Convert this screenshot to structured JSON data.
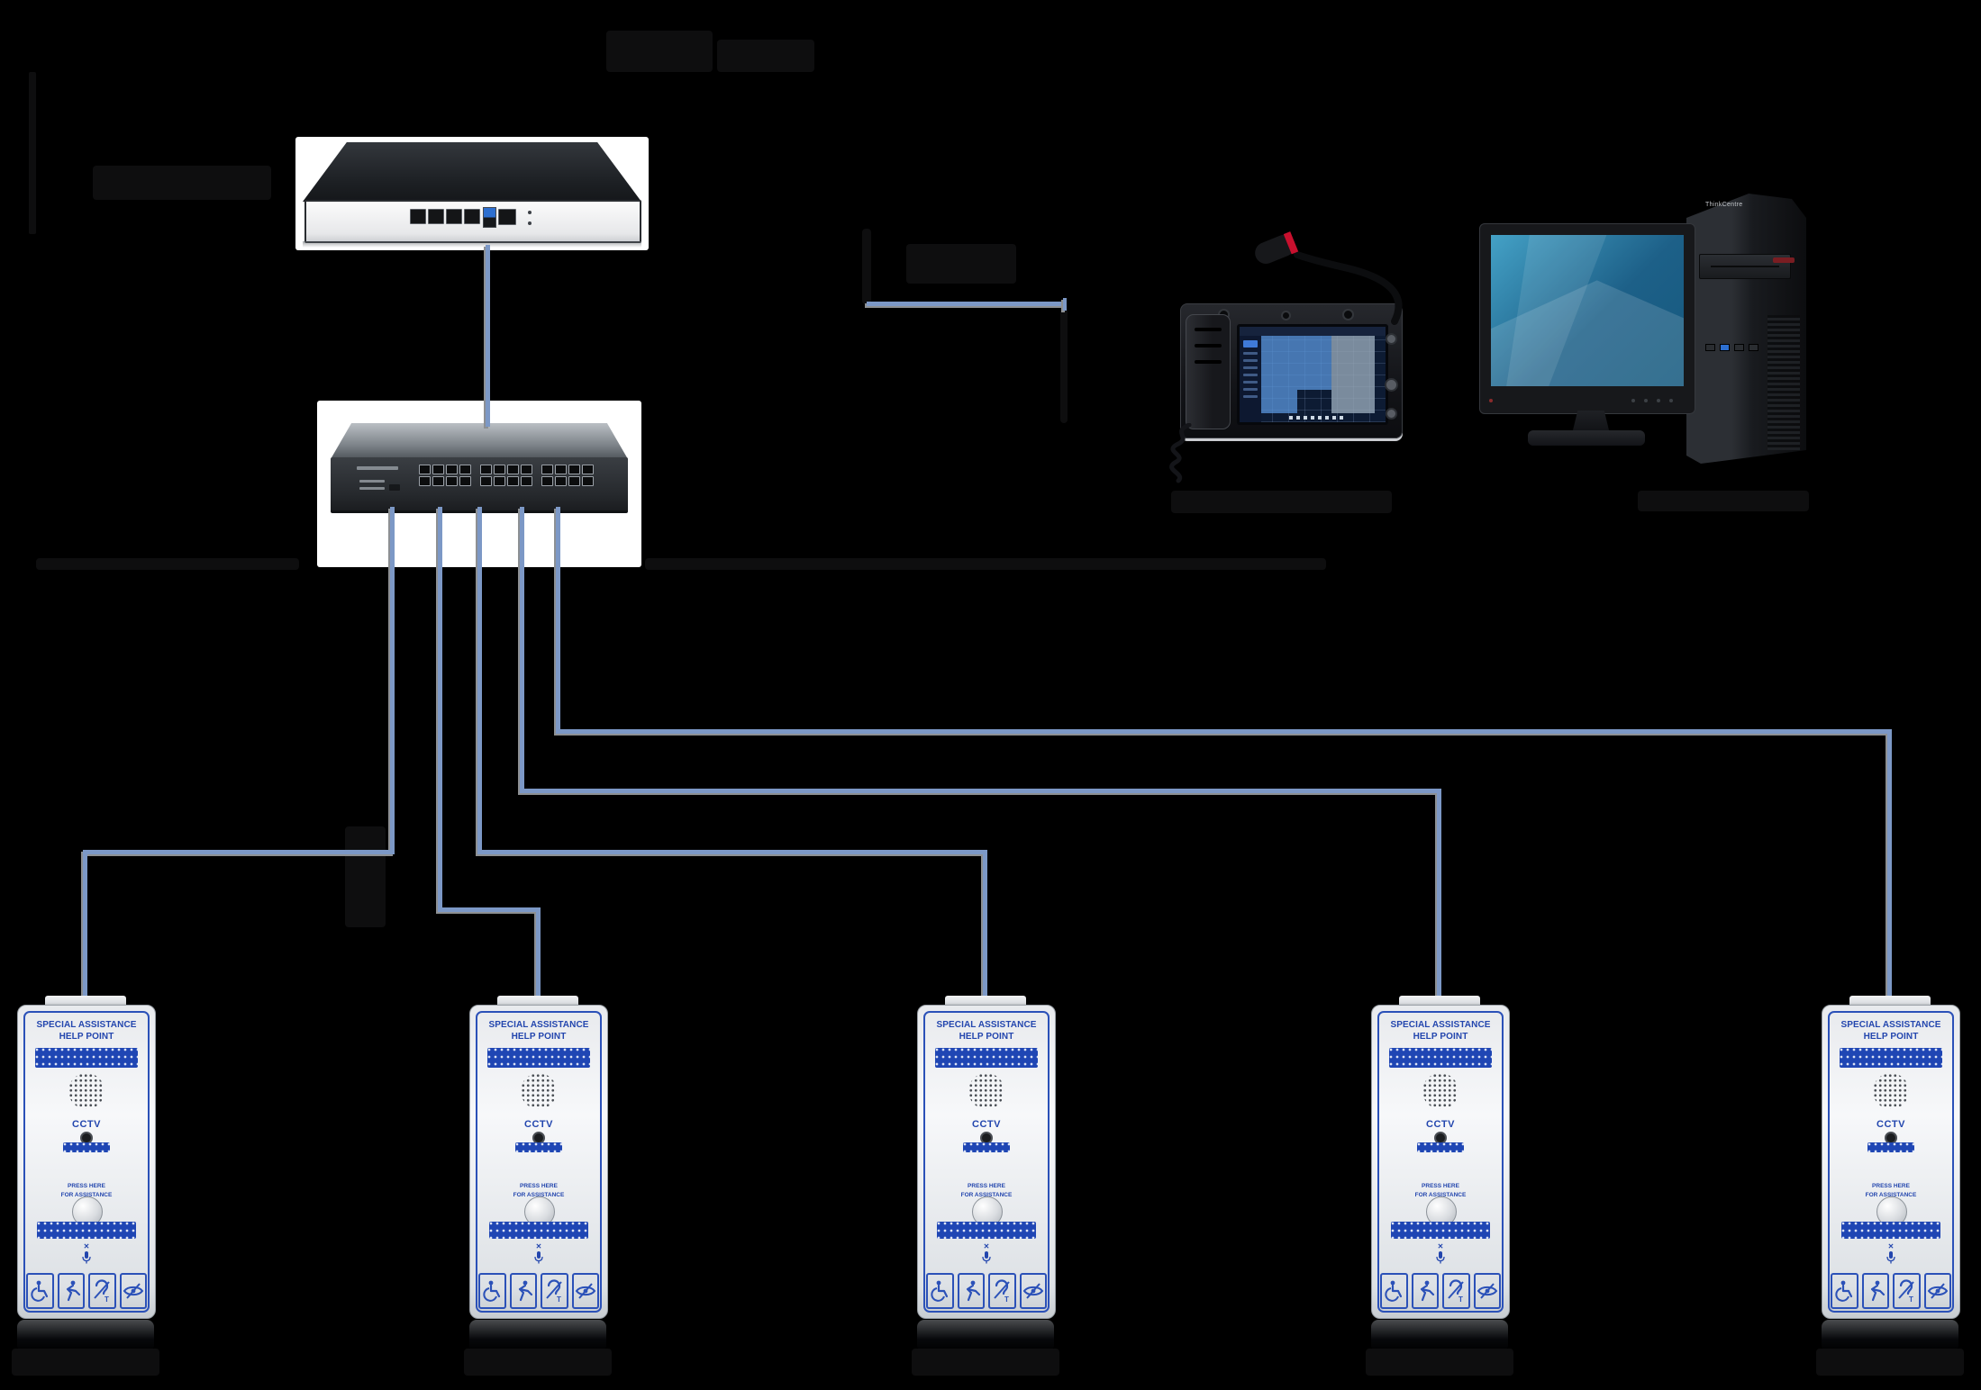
{
  "colors": {
    "background": "#000000",
    "wire_blue": "#7c98c6",
    "wire_shadow_gray": "#8d9093",
    "help_point_blue": "#2346ae",
    "braille_block_blue": "#1f46b4",
    "monitor_wallpaper_teal": "#2a86ad"
  },
  "help_point": {
    "title_line1": "SPECIAL ASSISTANCE",
    "title_line2": "HELP POINT",
    "cctv_label": "CCTV",
    "press_line1": "PRESS HERE",
    "press_line2": "FOR ASSISTANCE",
    "count": 5
  },
  "pc": {
    "tower_logo": "ThinkCentre"
  },
  "switch": {
    "port_columns": 12,
    "port_rows": 2
  }
}
